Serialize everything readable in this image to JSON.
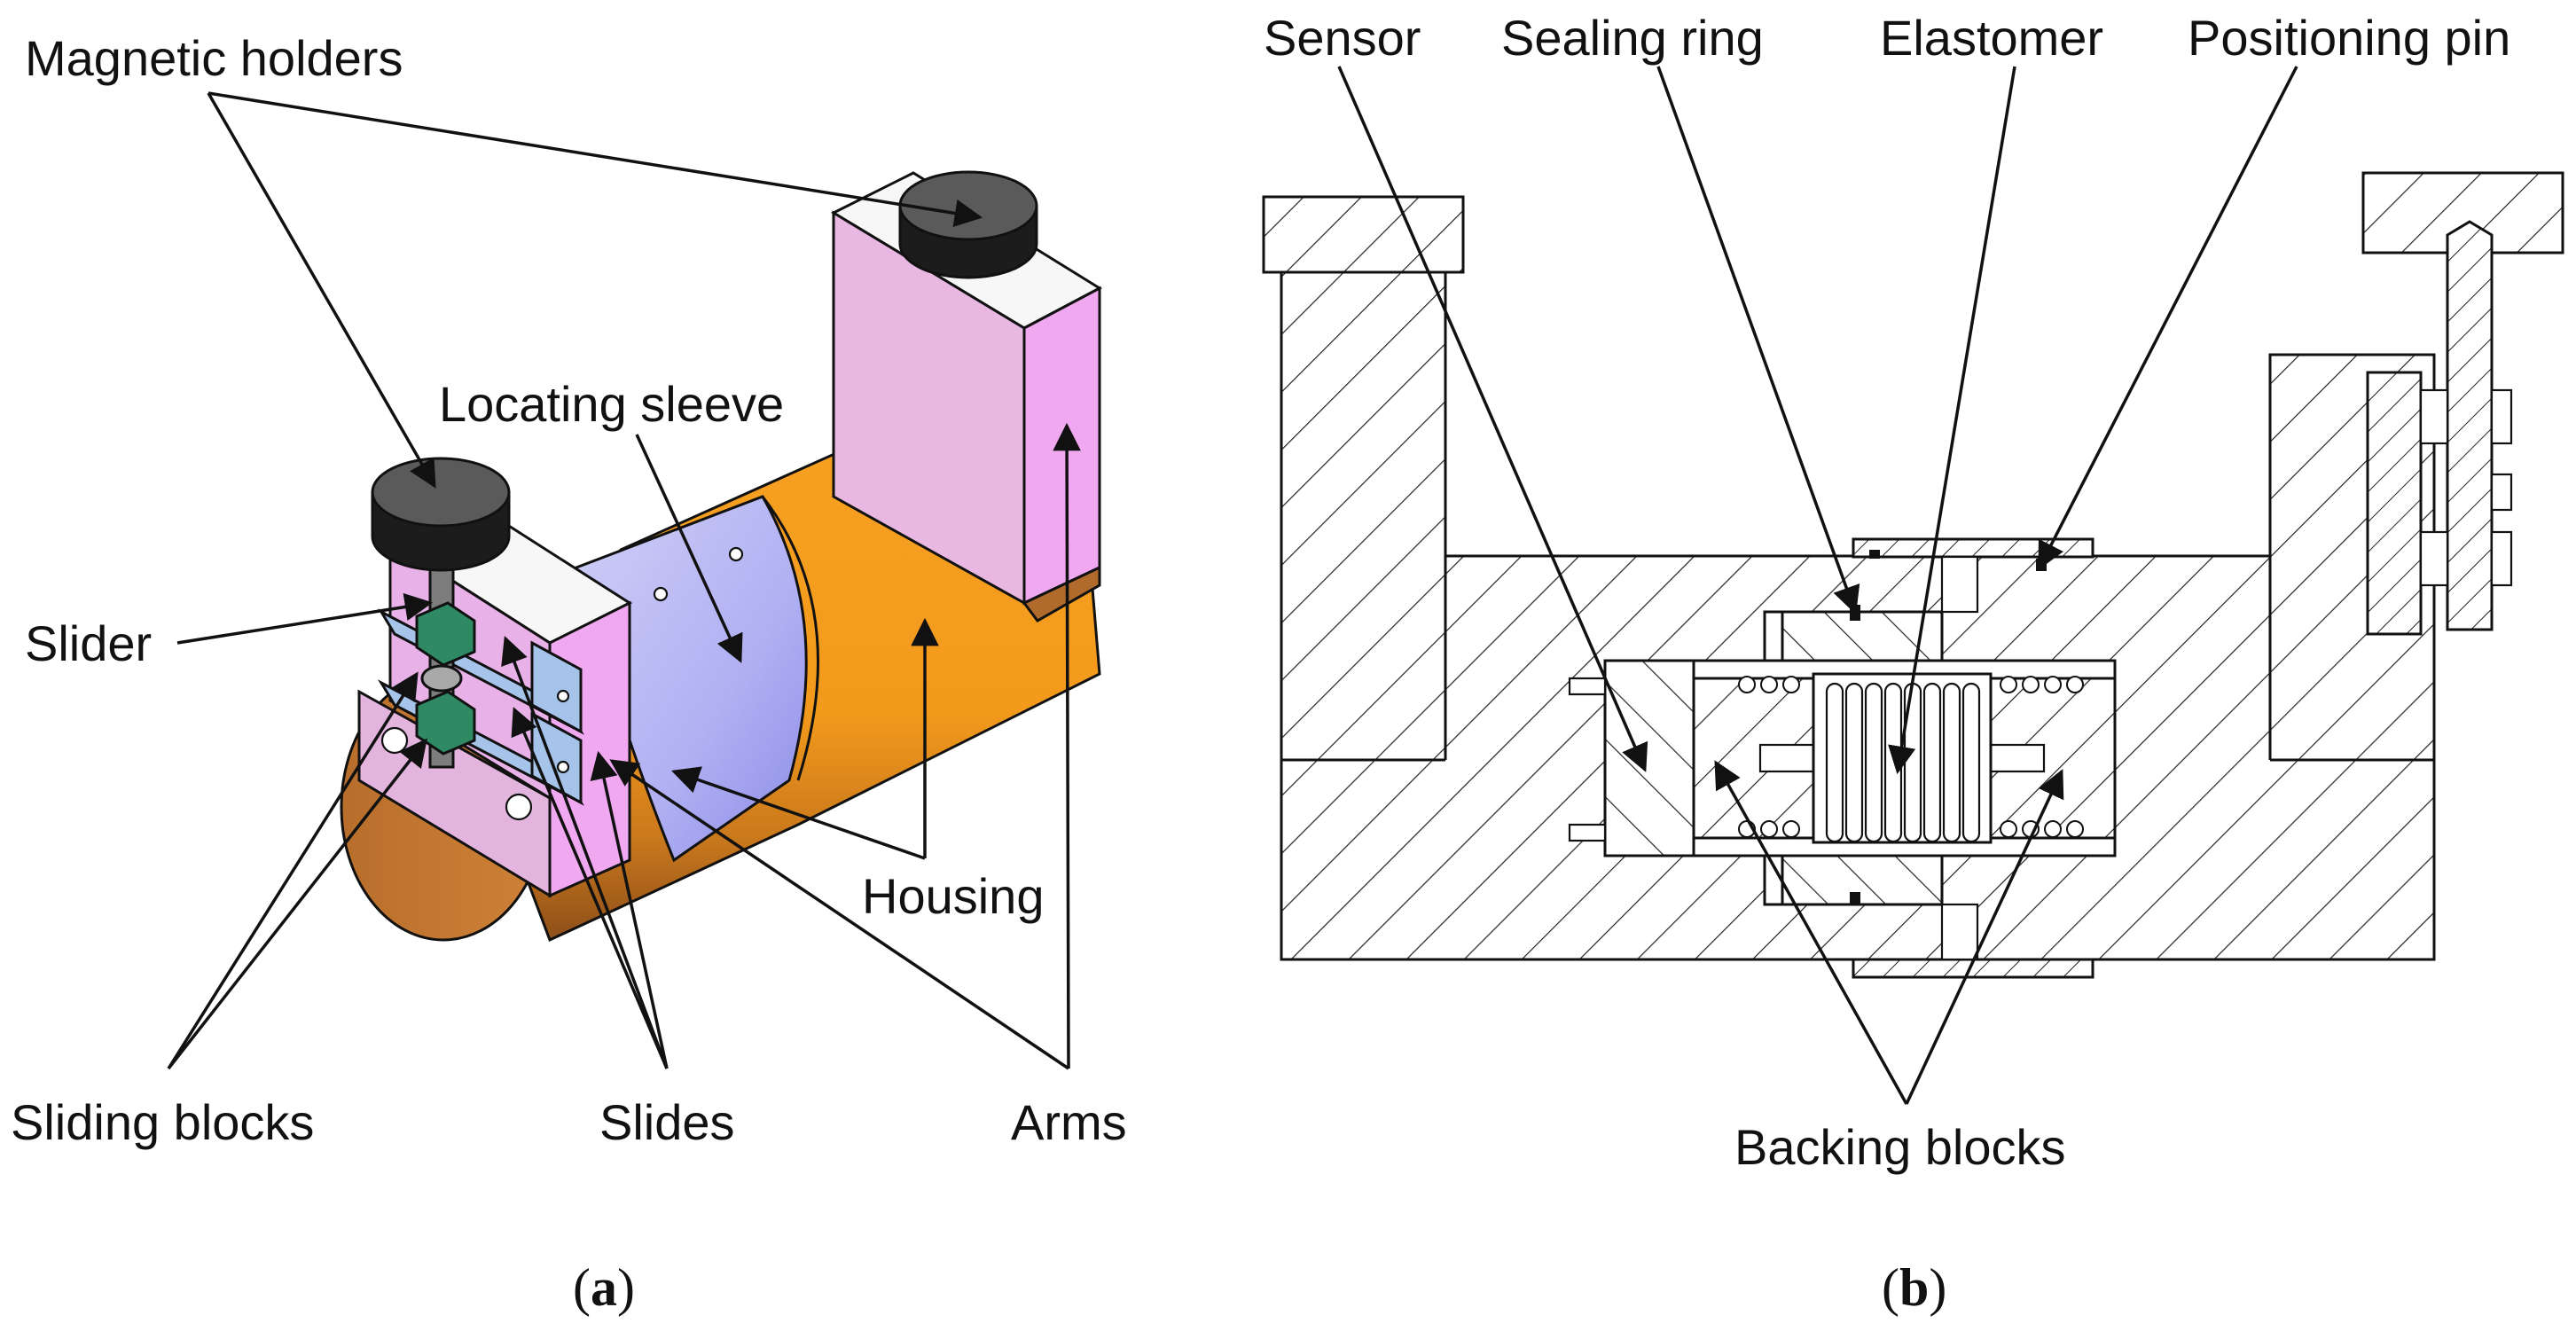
{
  "figure_a": {
    "caption_open": "(",
    "caption_letter": "a",
    "caption_close": ")",
    "labels": {
      "magnetic_holders": "Magnetic holders",
      "locating_sleeve": "Locating sleeve",
      "slider": "Slider",
      "housing": "Housing",
      "sliding_blocks": "Sliding blocks",
      "slides": "Slides",
      "arms": "Arms"
    },
    "colors": {
      "housing": "#f39a1c",
      "housing_dark": "#9c5a1e",
      "sleeve": "#b4b4f4",
      "arm": "#e8b2e8",
      "arm_side": "#f0a8f0",
      "magnet_top": "#5a5a5a",
      "magnet_side": "#1c1c1c",
      "sliding_block": "#2f8a64",
      "slide": "#a6c3ea",
      "shaft": "#7d7d7d"
    }
  },
  "figure_b": {
    "caption_open": "(",
    "caption_letter": "b",
    "caption_close": ")",
    "labels": {
      "sensor": "Sensor",
      "sealing_ring": "Sealing ring",
      "elastomer": "Elastomer",
      "positioning_pin": "Positioning pin",
      "backing_blocks": "Backing blocks"
    }
  }
}
